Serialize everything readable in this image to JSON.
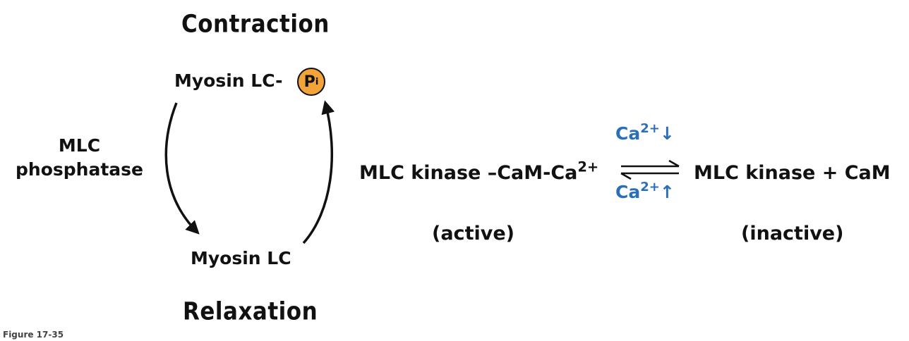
{
  "cycle": {
    "top_state": "Contraction",
    "bottom_state": "Relaxation",
    "phosphorylated_label": "Myosin LC-",
    "phosphate_symbol": "P",
    "phosphate_subscript": "i",
    "unphosphorylated_label": "Myosin LC",
    "enzyme_line1": "MLC",
    "enzyme_line2": "phosphatase"
  },
  "equilibrium": {
    "left_species": "MLC kinase –CaM-Ca",
    "left_superscript": "2+",
    "right_species": "MLC kinase + CaM",
    "upper_ion": "Ca",
    "upper_ion_superscript": "2+",
    "upper_arrow": "↓",
    "lower_ion": "Ca",
    "lower_ion_superscript": "2+",
    "lower_arrow": "↑",
    "left_state": "(active)",
    "right_state": "(inactive)"
  },
  "caption": "Figure 17-35",
  "colors": {
    "phosphate_fill": "#f2a33a",
    "calcium_text": "#2b6fb8",
    "text": "#111111"
  }
}
